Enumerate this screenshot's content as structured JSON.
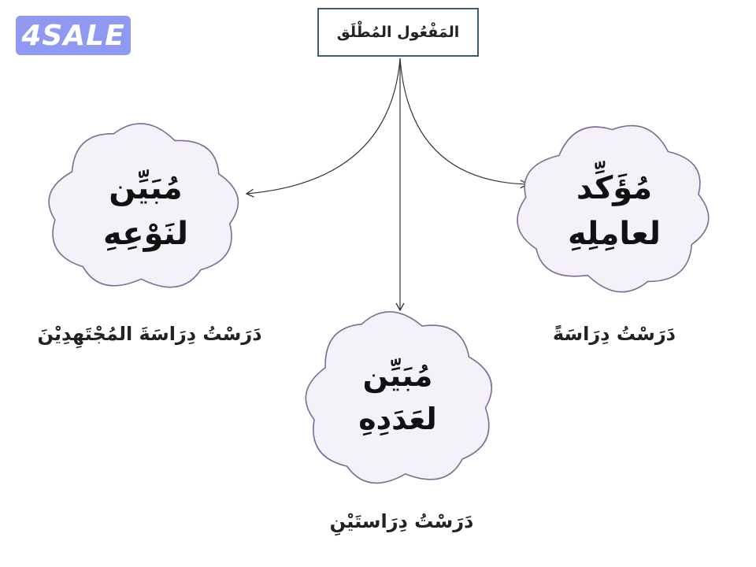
{
  "watermark": "4SALE",
  "root": {
    "label": "المَفْعُول المُطْلَق"
  },
  "branches": {
    "left": {
      "line1": "مُبَيِّن",
      "line2": "لنَوْعِهِ",
      "example": "دَرَسْتُ دِرَاسَةَ المُجْتَهِدِيْنَ"
    },
    "right": {
      "line1": "مُؤَكِّد",
      "line2": "لعامِلِهِ",
      "example": "دَرَسْتُ دِرَاسَةً"
    },
    "center": {
      "line1": "مُبَيِّن",
      "line2": "لعَدَدِهِ",
      "example": "دَرَسْتُ دِرَاستَيْنِ"
    }
  },
  "colors": {
    "cloud_fill": "#f4f1f8",
    "cloud_stroke": "#7d6b98",
    "box_border": "#3b5e6e",
    "connector": "#333333",
    "watermark_bg": "#8f99f2"
  }
}
